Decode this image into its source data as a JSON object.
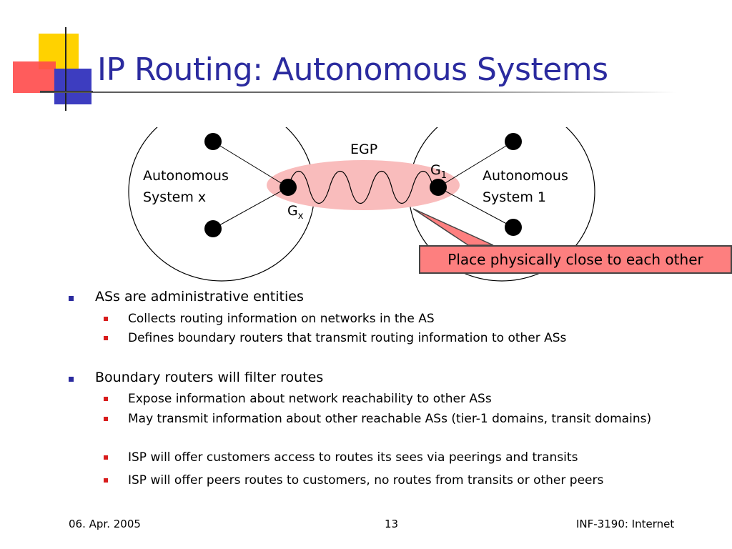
{
  "slide": {
    "title": "IP Routing: Autonomous Systems"
  },
  "diagram": {
    "egp_label": "EGP",
    "left_system": {
      "line1": "Autonomous",
      "line2": "System x"
    },
    "right_system": {
      "line1": "Autonomous",
      "line2": "System 1"
    },
    "gateway_left": {
      "base": "G",
      "sub": "x"
    },
    "gateway_right": {
      "base": "G",
      "sub": "1"
    },
    "callout": "Place physically close to each other",
    "colors": {
      "egp_ellipse": "#f9bcbc",
      "callout_fill": "#fd7f7f"
    }
  },
  "bullets": [
    {
      "text": "ASs are administrative entities",
      "sub": [
        "Collects routing information on networks in the AS",
        "Defines boundary routers that transmit routing information to other ASs"
      ]
    },
    {
      "text": "Boundary routers will filter routes",
      "sub": [
        "Expose information about network reachability to other ASs",
        "May transmit information about other reachable ASs (tier-1 domains, transit domains)",
        "ISP will offer customers access to routes its sees via peerings and transits",
        "ISP will offer peers routes to customers, no routes from transits or other peers"
      ]
    }
  ],
  "footer": {
    "date": "06. Apr. 2005",
    "page": "13",
    "course": "INF-3190: Internet"
  },
  "colors": {
    "title": "#2b2b9f",
    "bullet_l1": "#2b2b9f",
    "bullet_l2": "#d81c1c"
  }
}
